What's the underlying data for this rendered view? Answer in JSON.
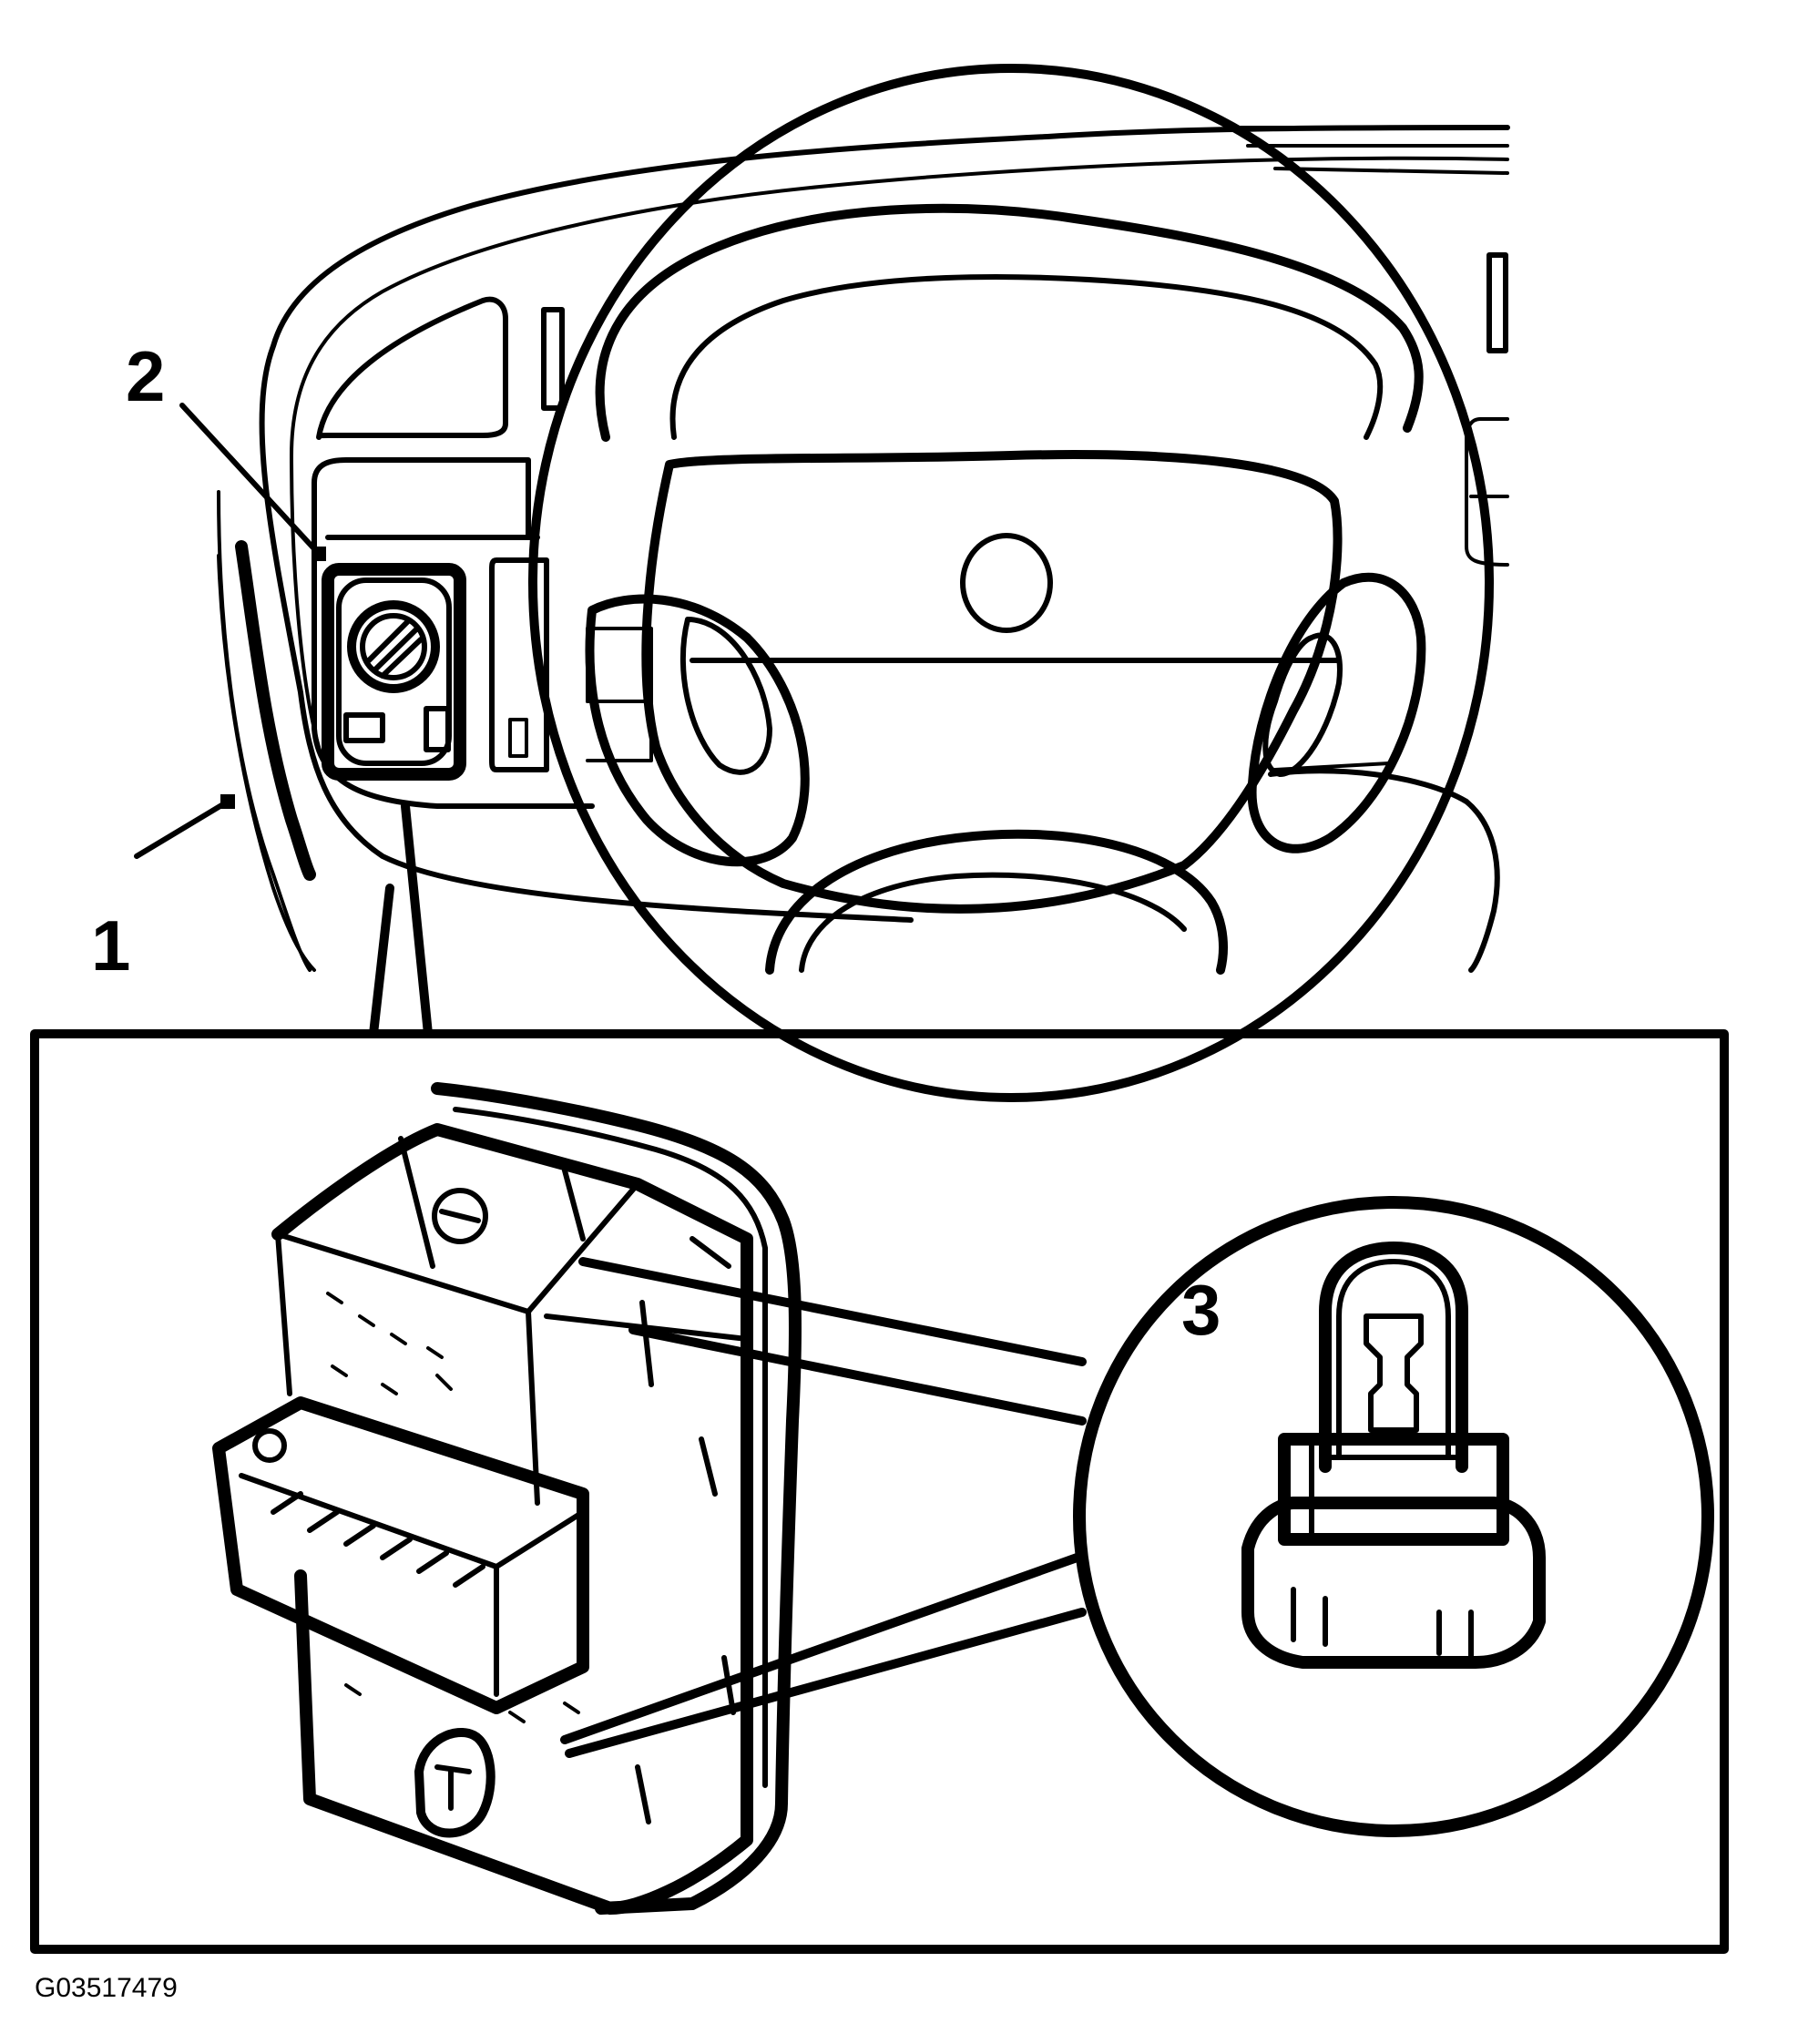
{
  "callouts": {
    "one": "1",
    "two": "2",
    "three": "3"
  },
  "figure_id": "G03517479",
  "colors": {
    "line": "#000000",
    "background": "#ffffff"
  }
}
